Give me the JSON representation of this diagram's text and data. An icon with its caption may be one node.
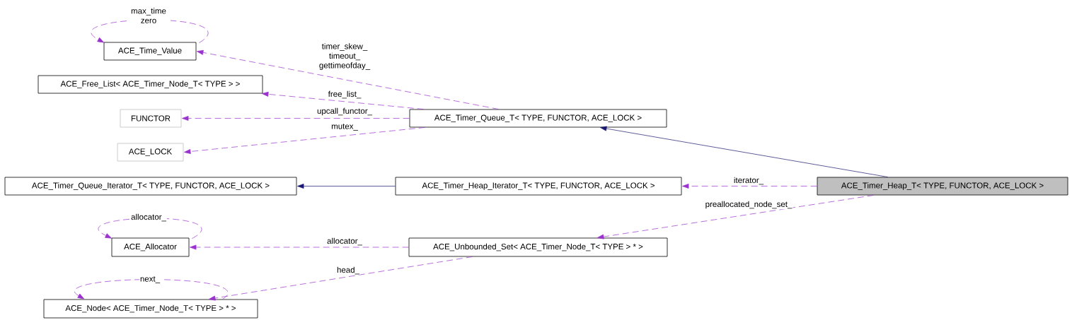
{
  "diagram": {
    "nodes": [
      {
        "text": [
          "ACE_Time_Value"
        ]
      },
      {
        "text": [
          "ACE_Free_List< ACE_Timer_Node_T< TYPE > >"
        ]
      },
      {
        "text": [
          "FUNCTOR"
        ]
      },
      {
        "text": [
          "ACE_Timer_Queue_T< TYPE, FUNCTOR, ACE_LOCK >"
        ]
      },
      {
        "text": [
          "ACE_LOCK"
        ]
      },
      {
        "text": [
          "ACE_Timer_Queue_Iterator_T< TYPE, FUNCTOR, ACE_LOCK >"
        ]
      },
      {
        "text": [
          "ACE_Timer_Heap_Iterator_T< TYPE, FUNCTOR, ACE_LOCK >"
        ]
      },
      {
        "text": [
          "ACE_Timer_Heap_T< TYPE, FUNCTOR, ACE_LOCK >"
        ]
      },
      {
        "text": [
          "ACE_Allocator"
        ]
      },
      {
        "text": [
          "ACE_Unbounded_Set< ACE_Timer_Node_T< TYPE > * >"
        ]
      },
      {
        "text": [
          "ACE_Node< ACE_Timer_Node_T< TYPE > * >"
        ]
      }
    ],
    "edges": [
      {
        "from": 0,
        "to": 0,
        "arrow": "to",
        "label": "max_time zero",
        "style": "dashed"
      },
      {
        "from": 3,
        "to": 0,
        "arrow": "to",
        "label": "timer_skew_ timeout_ gettimeofday_",
        "style": "dashed"
      },
      {
        "from": 3,
        "to": 1,
        "arrow": "to",
        "label": "free_list_",
        "style": "dashed"
      },
      {
        "from": 3,
        "to": 2,
        "arrow": "to",
        "label": "upcall_functor_",
        "style": "dashed"
      },
      {
        "from": 3,
        "to": 4,
        "arrow": "to",
        "label": "mutex_",
        "style": "dashed"
      },
      {
        "from": 7,
        "to": 3,
        "arrow": "to",
        "color": "#191970"
      },
      {
        "from": 6,
        "to": 5,
        "arrow": "to",
        "color": "#191970"
      },
      {
        "from": 7,
        "to": 6,
        "arrow": "to",
        "label": "iterator_",
        "style": "dashed"
      },
      {
        "from": 7,
        "to": 9,
        "arrow": "to",
        "label": "preallocated_node_set_",
        "style": "dashed"
      },
      {
        "from": 8,
        "to": 8,
        "arrow": "to",
        "label": "allocator_",
        "style": "dashed"
      },
      {
        "from": 9,
        "to": 8,
        "arrow": "to",
        "label": "allocator_",
        "style": "dashed"
      },
      {
        "from": 10,
        "to": 10,
        "arrow": "to",
        "label": "next_",
        "style": "dashed"
      },
      {
        "from": 9,
        "to": 10,
        "arrow": "to",
        "label": "head_",
        "style": "dashed"
      }
    ]
  }
}
